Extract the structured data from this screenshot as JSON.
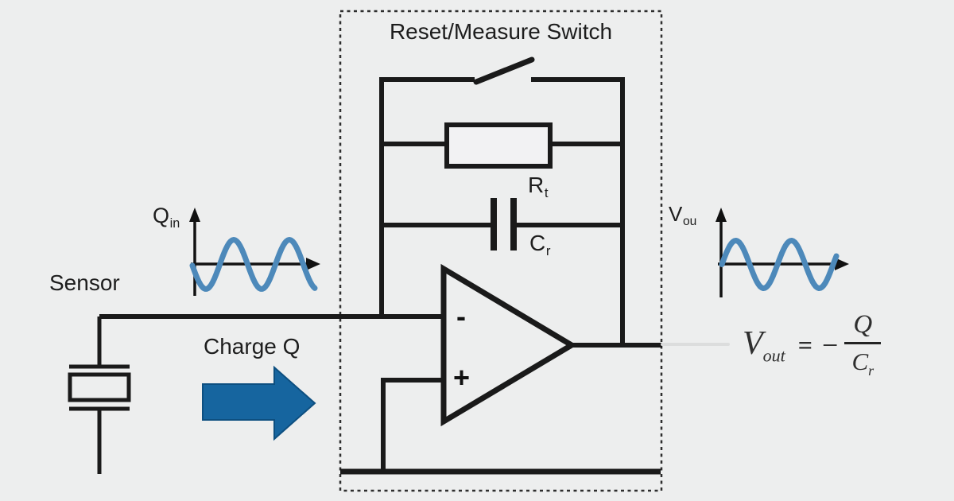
{
  "colors": {
    "background": "#edeeee",
    "line": "#1a1a1a",
    "wave_blue": "#4d89ba",
    "arrow_blue": "#16659f",
    "faint_line": "#dcdddd",
    "resistor_fill": "#f2f2f3",
    "text": "#1d1d1d",
    "formula_text": "#2e2e2e"
  },
  "box": {
    "title": "Reset/Measure Switch"
  },
  "labels": {
    "sensor": "Sensor",
    "charge": "Charge Q",
    "q_main": "Q",
    "q_sub": "in",
    "v_main": "V",
    "v_sub": "ou",
    "r_main": "R",
    "r_sub": "t",
    "c_main": "C",
    "c_sub": "r",
    "opamp_minus": "-",
    "opamp_plus": "+"
  },
  "formula": {
    "v": "V",
    "v_sub": "out",
    "equals": "=",
    "minus": "−",
    "numerator": "Q",
    "denominator": "C",
    "denominator_sub": "r"
  },
  "waveforms": {
    "input": {
      "label": "Q in",
      "shape": "sine",
      "cycles": 2,
      "starts": "downward"
    },
    "output": {
      "label": "V ou",
      "shape": "sine",
      "cycles": 2,
      "starts": "upward"
    }
  }
}
